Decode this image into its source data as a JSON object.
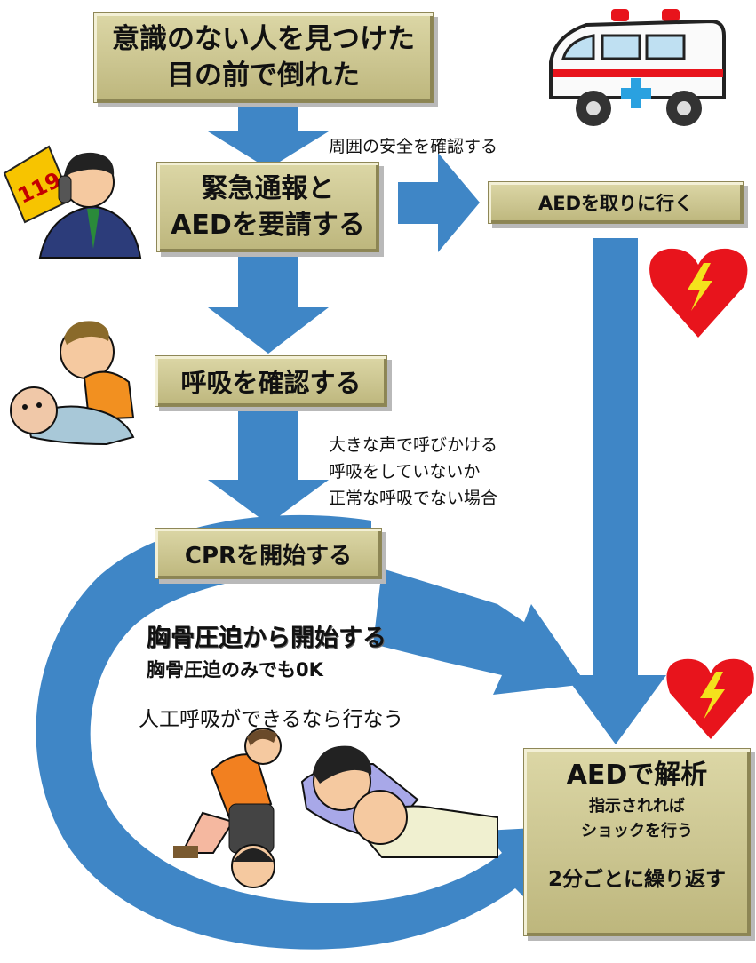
{
  "steps": {
    "step1": {
      "line1": "意識のない人を見つけた",
      "line2": "目の前で倒れた"
    },
    "step2": {
      "line1": "緊急通報と",
      "line2": "AEDを要請する"
    },
    "get_aed": "AEDを取りに行く",
    "step3": "呼吸を確認する",
    "step4": "CPRを開始する",
    "step5": {
      "title": "AEDで解析",
      "line1": "指示されれば",
      "line2": "ショックを行う",
      "line3": "2分ごとに繰り返す"
    }
  },
  "notes": {
    "safety": "周囲の安全を確認する",
    "breathing_check": [
      "大きな声で呼びかける",
      "呼吸をしていないか",
      "正常な呼吸でない場合"
    ],
    "cpr_start": "胸骨圧迫から開始する",
    "cpr_ok": "胸骨圧迫のみでも0K",
    "rescue_breath": "人工呼吸ができるなら行なう"
  },
  "phone_sign": "119",
  "colors": {
    "arrow": "#3f86c6",
    "box_fill": "#cbc590",
    "heart": "#e8141c",
    "bolt": "#f4e21c",
    "ambulance_cross": "#2aa1e0",
    "ambulance_stripe": "#e8141c"
  },
  "icons": [
    "ambulance-icon",
    "phone-caller-icon",
    "heart-aed-icon",
    "fallen-person-icon",
    "cpr-compression-icon",
    "rescue-breathing-icon"
  ]
}
